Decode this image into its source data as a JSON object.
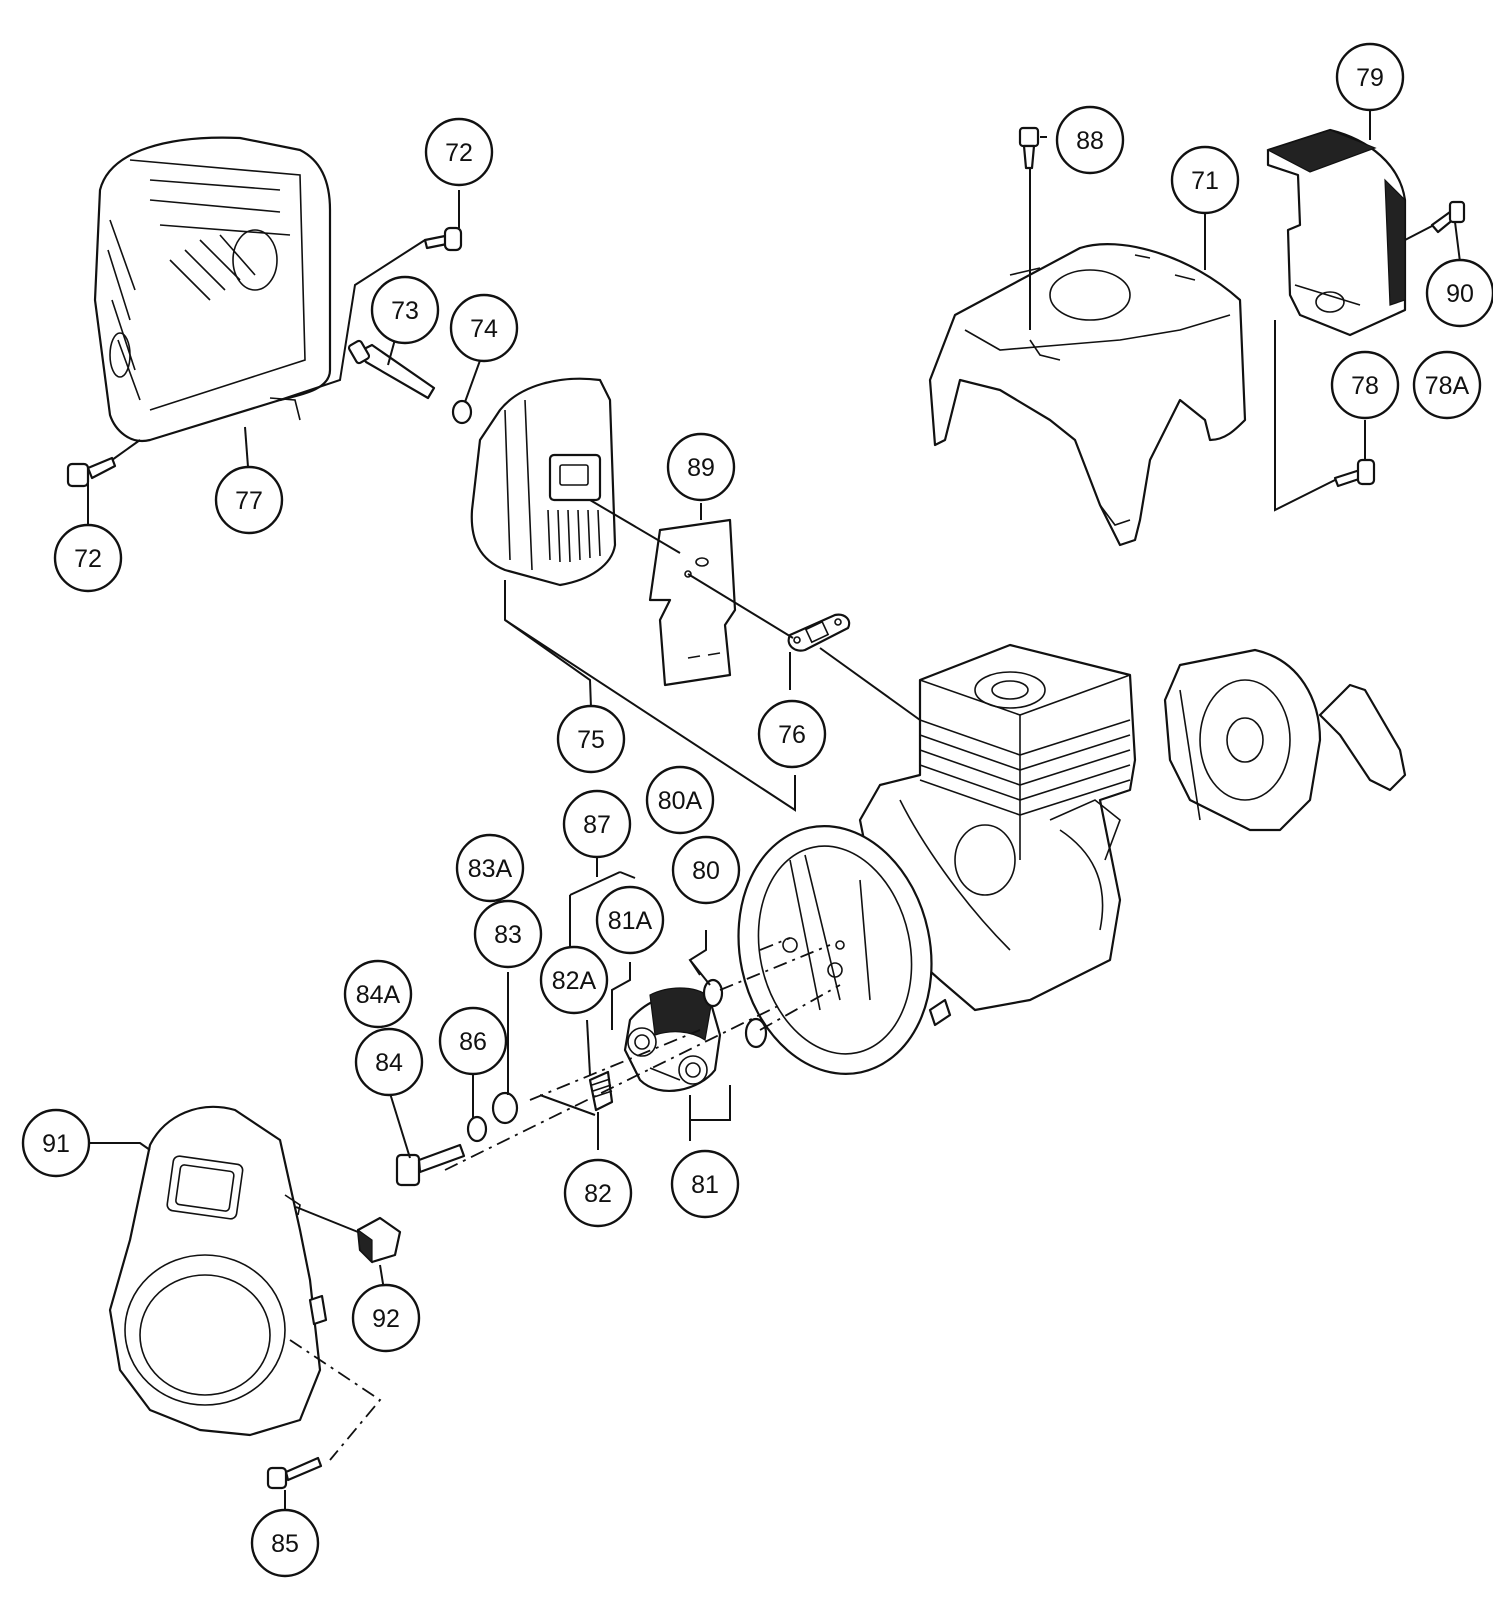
{
  "diagram": {
    "callouts": [
      {
        "id": "c71",
        "label": "71"
      },
      {
        "id": "c72a",
        "label": "72"
      },
      {
        "id": "c72b",
        "label": "72"
      },
      {
        "id": "c73",
        "label": "73"
      },
      {
        "id": "c74",
        "label": "74"
      },
      {
        "id": "c75",
        "label": "75"
      },
      {
        "id": "c76",
        "label": "76"
      },
      {
        "id": "c77",
        "label": "77"
      },
      {
        "id": "c78",
        "label": "78"
      },
      {
        "id": "c78A",
        "label": "78A"
      },
      {
        "id": "c79",
        "label": "79"
      },
      {
        "id": "c80",
        "label": "80"
      },
      {
        "id": "c80A",
        "label": "80A"
      },
      {
        "id": "c81",
        "label": "81"
      },
      {
        "id": "c81A",
        "label": "81A"
      },
      {
        "id": "c82",
        "label": "82"
      },
      {
        "id": "c82A",
        "label": "82A"
      },
      {
        "id": "c83",
        "label": "83"
      },
      {
        "id": "c83A",
        "label": "83A"
      },
      {
        "id": "c84",
        "label": "84"
      },
      {
        "id": "c84A",
        "label": "84A"
      },
      {
        "id": "c85",
        "label": "85"
      },
      {
        "id": "c86",
        "label": "86"
      },
      {
        "id": "c87",
        "label": "87"
      },
      {
        "id": "c88",
        "label": "88"
      },
      {
        "id": "c89",
        "label": "89"
      },
      {
        "id": "c90",
        "label": "90"
      },
      {
        "id": "c91",
        "label": "91"
      },
      {
        "id": "c92",
        "label": "92"
      }
    ]
  }
}
